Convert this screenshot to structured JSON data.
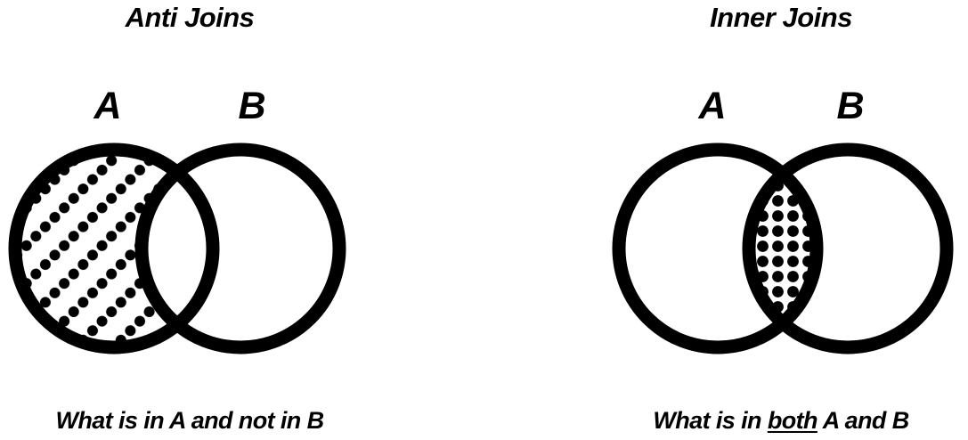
{
  "anti_join": {
    "title": "Anti Joins",
    "label_a": "A",
    "label_b": "B",
    "caption": "What is in A and not in B"
  },
  "inner_join": {
    "title": "Inner Joins",
    "label_a": "A",
    "label_b": "B",
    "caption_prefix": "What is in ",
    "caption_emphasis": "both",
    "caption_suffix": " A and B"
  },
  "colors": {
    "stroke": "#000000",
    "fill_dots": "#000000",
    "background": "#ffffff"
  }
}
